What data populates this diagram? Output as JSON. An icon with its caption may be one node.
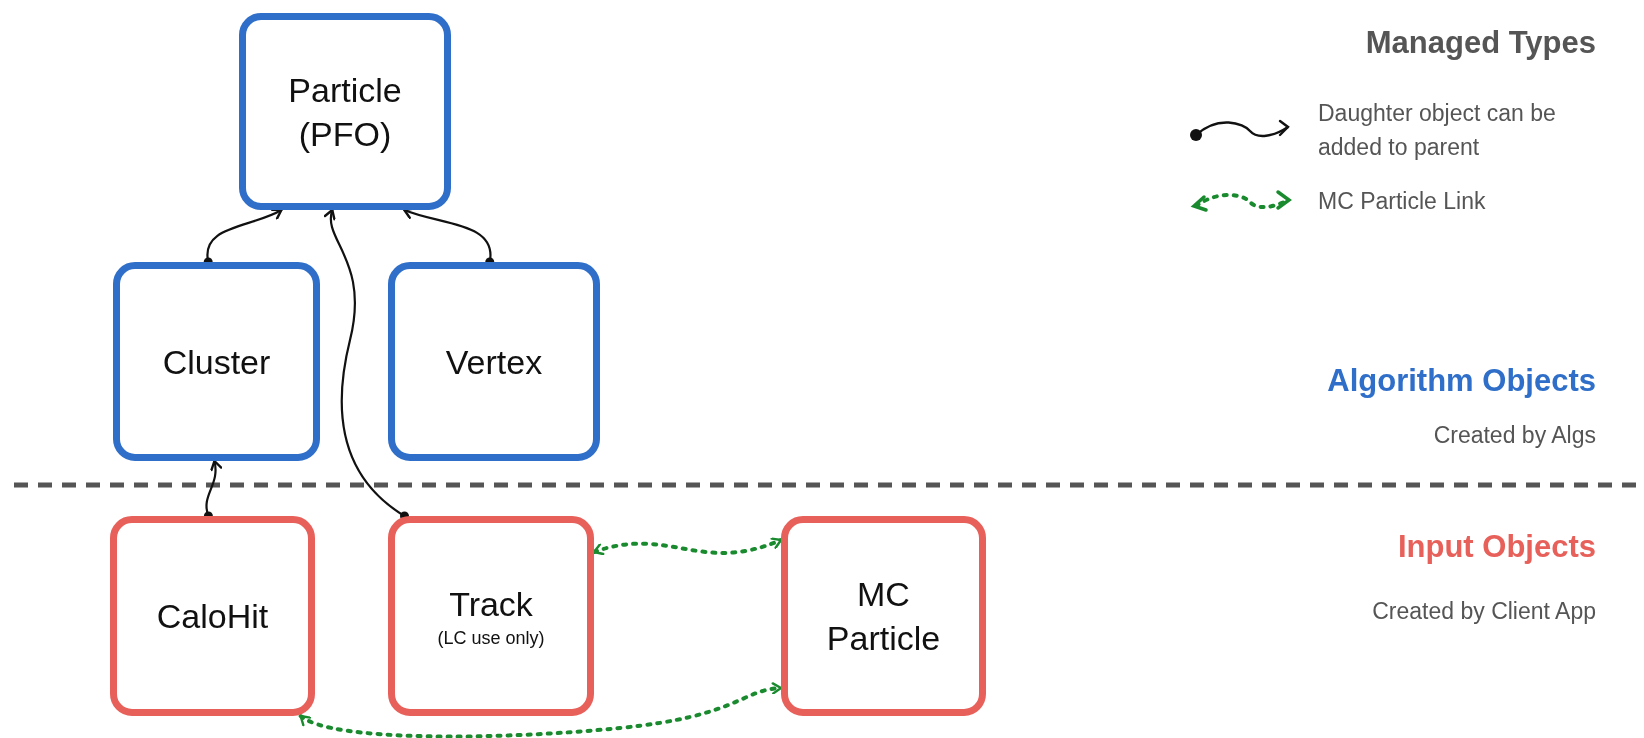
{
  "diagram": {
    "title": "Managed Types",
    "nodes": [
      {
        "text": [
          "Particle (PFO)"
        ]
      },
      {
        "text": [
          "Cluster"
        ]
      },
      {
        "text": [
          "Vertex"
        ]
      },
      {
        "text": [
          "CaloHit"
        ]
      },
      {
        "text": [
          "Track",
          "(LC use only)"
        ]
      },
      {
        "text": [
          "MC Particle"
        ]
      }
    ],
    "edges": [
      {
        "from": 1,
        "to": 0,
        "arrow": "to"
      },
      {
        "from": 2,
        "to": 0,
        "arrow": "to"
      },
      {
        "from": 4,
        "to": 0,
        "arrow": "to"
      },
      {
        "from": 3,
        "to": 1,
        "arrow": "to"
      },
      {
        "from": 4,
        "to": 5,
        "arrow": "both",
        "style": "dashed",
        "color": "#1a8a2e"
      },
      {
        "from": 3,
        "to": 5,
        "arrow": "both",
        "style": "dashed",
        "color": "#1a8a2e"
      }
    ],
    "labels": [
      "Algorithm Objects",
      "Created by Algs",
      "Input Objects",
      "Created by Client App"
    ],
    "legend": [
      {
        "text": "Daughter object can be added to parent"
      },
      {
        "text": "MC Particle Link"
      }
    ]
  }
}
